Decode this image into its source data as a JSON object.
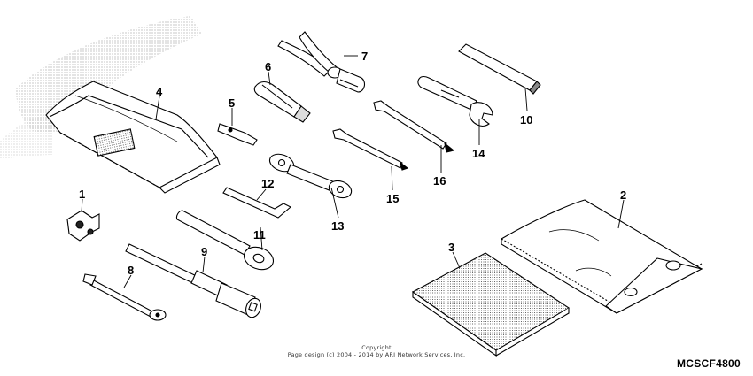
{
  "parts": [
    {
      "num": "1",
      "name": "Clip"
    },
    {
      "num": "2",
      "name": "Bag"
    },
    {
      "num": "3",
      "name": "Manual"
    },
    {
      "num": "4",
      "name": "Tool bag"
    },
    {
      "num": "5",
      "name": "Screwdriver grip"
    },
    {
      "num": "6",
      "name": "Screwdriver handle"
    },
    {
      "num": "7",
      "name": "Pliers"
    },
    {
      "num": "8",
      "name": "Bolt"
    },
    {
      "num": "9",
      "name": "Socket wrench"
    },
    {
      "num": "10",
      "name": "Handle"
    },
    {
      "num": "11",
      "name": "Box wrench"
    },
    {
      "num": "12",
      "name": "Hex key"
    },
    {
      "num": "13",
      "name": "Double-ended wrench"
    },
    {
      "num": "14",
      "name": "Open-end wrench"
    },
    {
      "num": "15",
      "name": "Screwdriver"
    },
    {
      "num": "16",
      "name": "Screwdriver"
    }
  ],
  "copyright": {
    "line1": "Copyright",
    "line2": "Page design (c) 2004 - 2014 by ARI Network Services, Inc."
  },
  "figure_code": "MCSCF4800"
}
